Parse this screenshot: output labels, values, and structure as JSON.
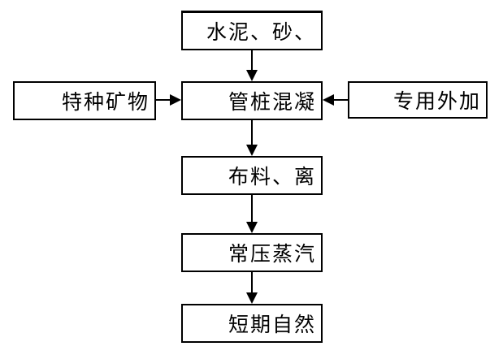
{
  "diagram": {
    "background_color": "#ffffff",
    "box_border_color": "#000000",
    "text_color": "#000000",
    "arrow_color": "#000000",
    "nodes": [
      {
        "id": "cement-sand",
        "label": "水泥、砂、"
      },
      {
        "id": "special-minerals",
        "label": "特种矿物"
      },
      {
        "id": "pipe-pile-concrete",
        "label": "管桩混凝"
      },
      {
        "id": "special-additive",
        "label": "专用外加"
      },
      {
        "id": "distribution-centrifuge",
        "label": "布料、离"
      },
      {
        "id": "atmospheric-steam",
        "label": "常压蒸汽"
      },
      {
        "id": "short-term-natural",
        "label": "短期自然"
      }
    ],
    "edges": [
      {
        "from": "cement-sand",
        "to": "pipe-pile-concrete"
      },
      {
        "from": "special-minerals",
        "to": "pipe-pile-concrete"
      },
      {
        "from": "special-additive",
        "to": "pipe-pile-concrete"
      },
      {
        "from": "pipe-pile-concrete",
        "to": "distribution-centrifuge"
      },
      {
        "from": "distribution-centrifuge",
        "to": "atmospheric-steam"
      },
      {
        "from": "atmospheric-steam",
        "to": "short-term-natural"
      }
    ]
  }
}
